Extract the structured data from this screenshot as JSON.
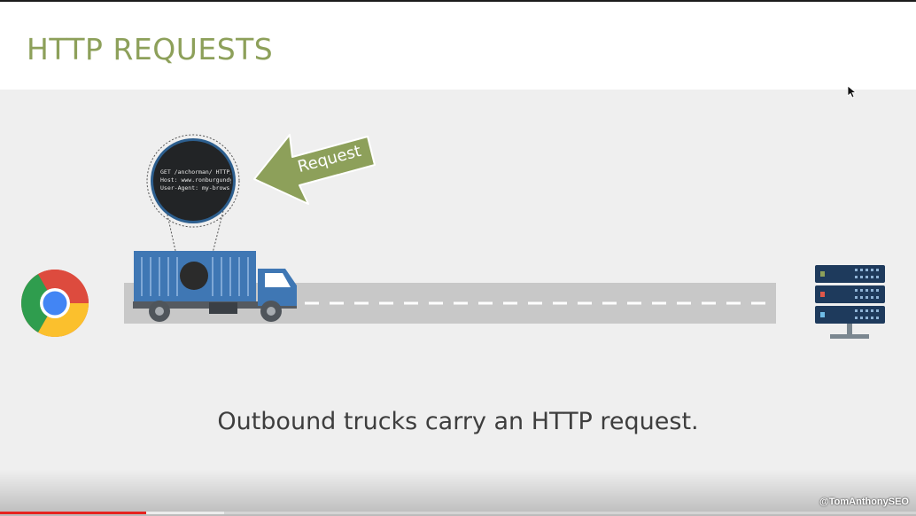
{
  "slide": {
    "title": "HTTP REQUESTS",
    "caption": "Outbound trucks carry an HTTP request.",
    "arrow_label": "Request",
    "request_lines": [
      "GET /anchorman/ HTTP/",
      "Host: www.ronburgundy",
      "User-Agent: my-brows"
    ],
    "colors": {
      "title": "#8da05a",
      "arrow": "#8da05a",
      "truck": "#3f77b4",
      "road": "#c8c8c8",
      "server": "#1e3a5c"
    }
  },
  "icons": {
    "browser": "chrome-logo-icon",
    "server": "server-rack-icon",
    "vehicle": "truck-icon"
  },
  "player": {
    "watermark": "@TomAnthonySEO",
    "progress_played": 0.16,
    "progress_buffered": 0.245
  }
}
